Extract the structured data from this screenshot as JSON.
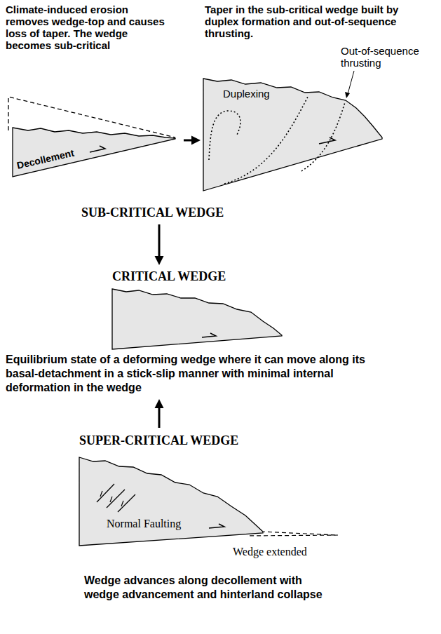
{
  "diagram": {
    "nodes": [
      {
        "text": [
          "Climate-induced erosion removes wedge-top and causes loss of taper. The wedge becomes sub-critical",
          "Decollement"
        ]
      },
      {
        "text": [
          "Taper in the sub-critical wedge built by duplex formation and out-of-sequence thrusting.",
          "Duplexing",
          "Out-of-sequence thrusting"
        ]
      },
      {
        "text": [
          "SUB-CRITICAL WEDGE"
        ]
      },
      {
        "text": [
          "CRITICAL WEDGE",
          "Equilibrium state of a deforming wedge where it can move along its basal-detachment in a stick-slip manner with minimal internal deformation in the wedge"
        ]
      },
      {
        "text": [
          "SUPER-CRITICAL WEDGE",
          "Normal Faulting",
          "Wedge extended",
          "Wedge advances along decollement with wedge advancement and hinterland collapse"
        ]
      }
    ],
    "edges": [
      {
        "from": 0,
        "to": 1,
        "arrow": "to"
      },
      {
        "from": 2,
        "to": 3,
        "arrow": "to"
      },
      {
        "from": 4,
        "to": 3,
        "arrow": "to"
      }
    ]
  }
}
